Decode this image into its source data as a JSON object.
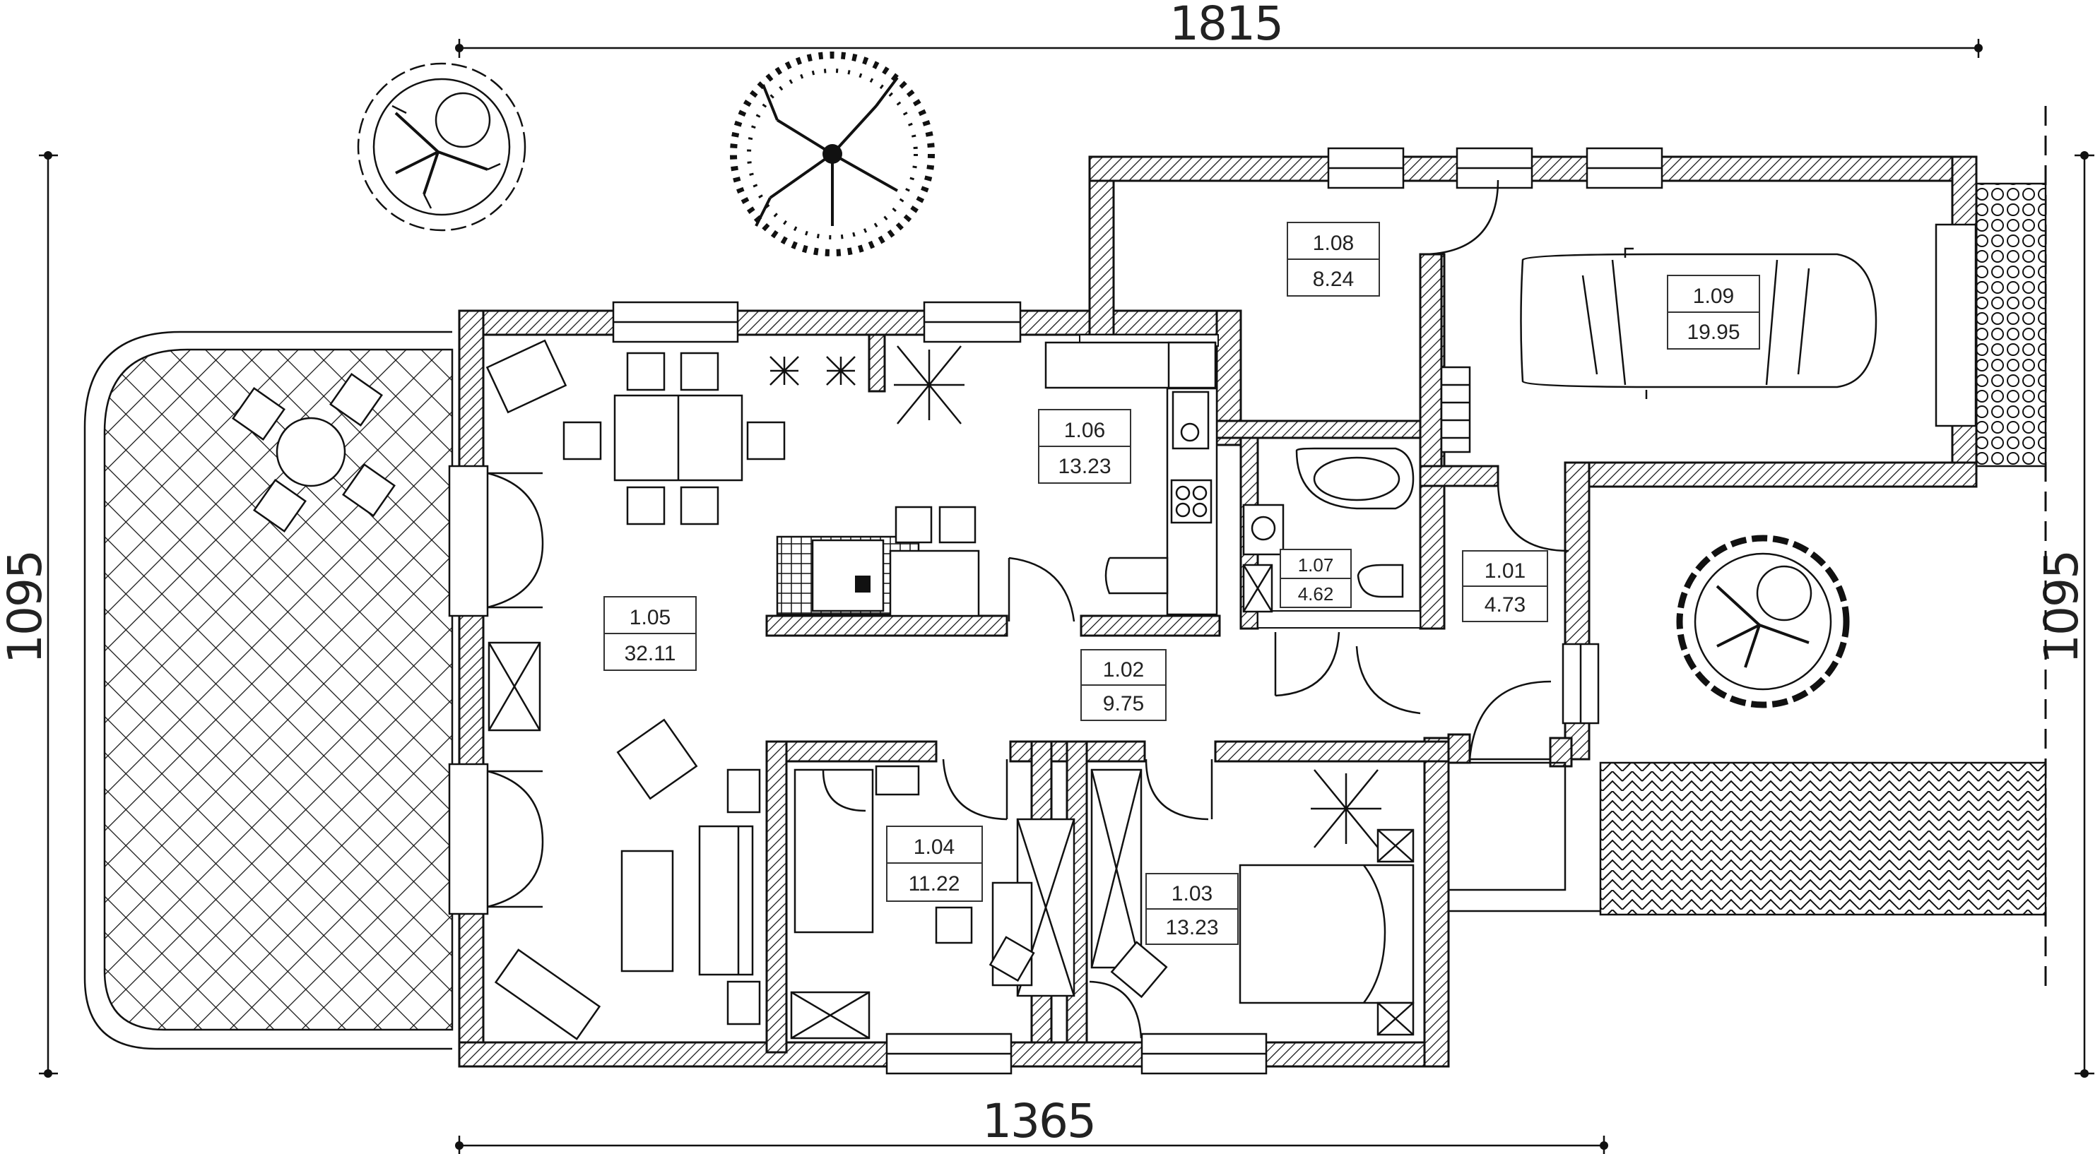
{
  "dimensions": {
    "top_width": "1815",
    "bottom_width": "1365",
    "left_height": "1095",
    "right_height": "1095"
  },
  "rooms": [
    {
      "id": "1.01",
      "area": "4.73"
    },
    {
      "id": "1.02",
      "area": "9.75"
    },
    {
      "id": "1.03",
      "area": "13.23"
    },
    {
      "id": "1.04",
      "area": "11.22"
    },
    {
      "id": "1.05",
      "area": "32.11"
    },
    {
      "id": "1.06",
      "area": "13.23"
    },
    {
      "id": "1.07",
      "area": "4.62"
    },
    {
      "id": "1.08",
      "area": "8.24"
    },
    {
      "id": "1.09",
      "area": "19.95"
    }
  ]
}
